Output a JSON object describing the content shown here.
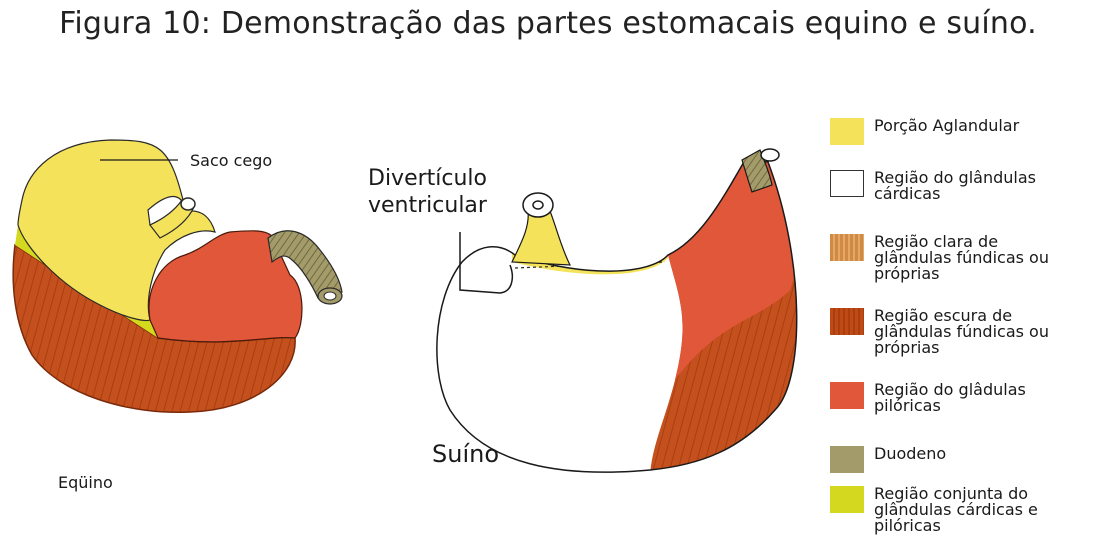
{
  "figure": {
    "caption": "Figura 10:  Demonstração das partes estomacais equino e suíno."
  },
  "equine": {
    "name": "Eqüino",
    "callout_saco_cego": "Saco cego"
  },
  "swine": {
    "name": "Suíno",
    "callout_diverticulo_line1": "Divertículo",
    "callout_diverticulo_line2": "ventricular"
  },
  "legend": {
    "items": [
      {
        "label": "Porção Aglandular",
        "color": "#f4e35a"
      },
      {
        "label": "Região do glândulas\ncárdicas",
        "color": "#ffffff"
      },
      {
        "label": "Região clara de\nglândulas fúndicas ou\npróprias",
        "color": "#d08a46"
      },
      {
        "label": "Região escura de\nglândulas fúndicas ou\npróprias",
        "color": "#c04a14"
      },
      {
        "label": "Região do glâdulas\npilóricas",
        "color": "#e0573a"
      },
      {
        "label": "Duodeno",
        "color": "#a39b6a"
      },
      {
        "label": "Região conjunta do\nglândulas cárdicas e\npilóricas",
        "color": "#d4d81e"
      }
    ]
  }
}
